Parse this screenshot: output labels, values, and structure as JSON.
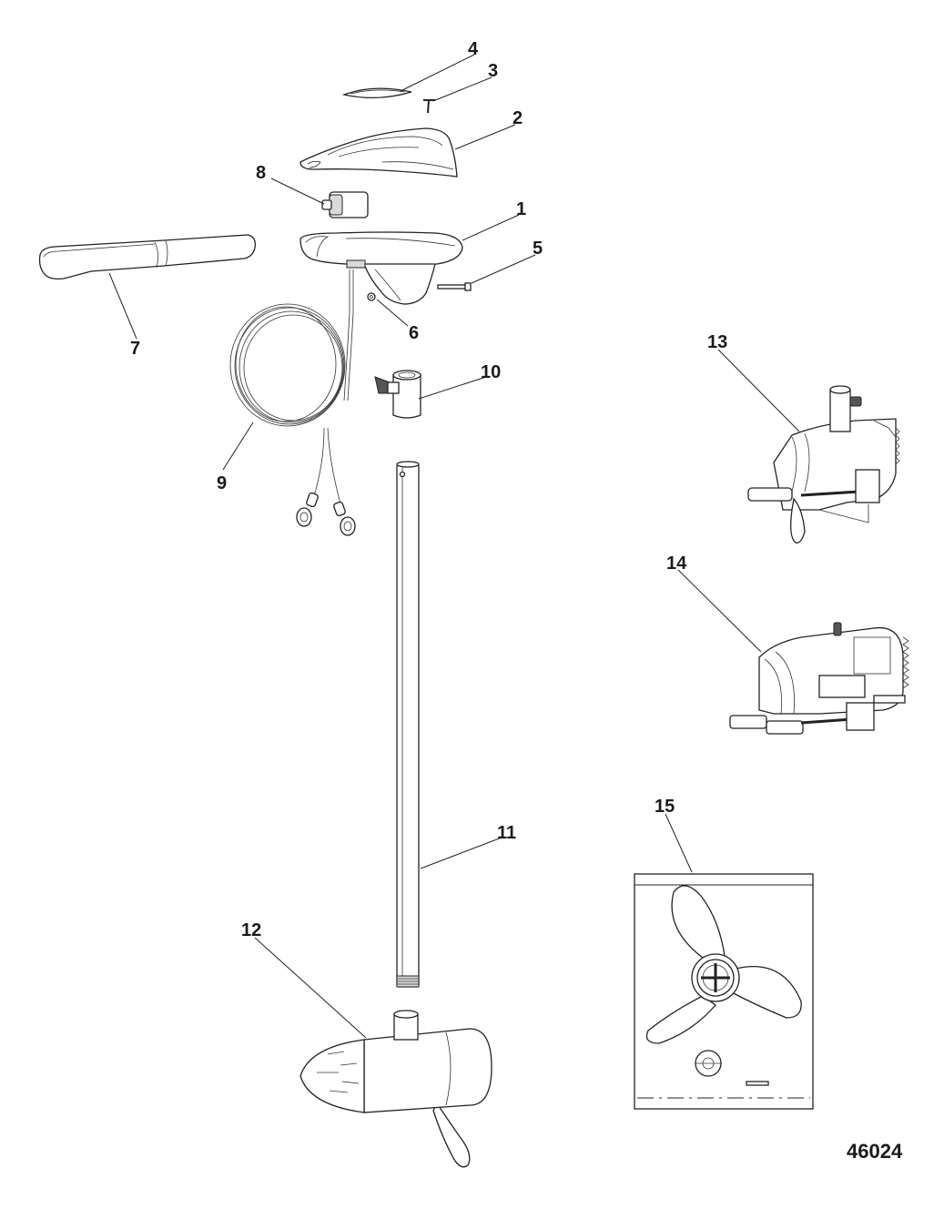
{
  "diagram": {
    "callouts": [
      {
        "id": "1",
        "label": "1"
      },
      {
        "id": "2",
        "label": "2"
      },
      {
        "id": "3",
        "label": "3"
      },
      {
        "id": "4",
        "label": "4"
      },
      {
        "id": "5",
        "label": "5"
      },
      {
        "id": "6",
        "label": "6"
      },
      {
        "id": "7",
        "label": "7"
      },
      {
        "id": "8",
        "label": "8"
      },
      {
        "id": "9",
        "label": "9"
      },
      {
        "id": "10",
        "label": "10"
      },
      {
        "id": "11",
        "label": "11"
      },
      {
        "id": "12",
        "label": "12"
      },
      {
        "id": "13",
        "label": "13"
      },
      {
        "id": "14",
        "label": "14"
      },
      {
        "id": "15",
        "label": "15"
      }
    ],
    "drawing_number": "46024"
  }
}
